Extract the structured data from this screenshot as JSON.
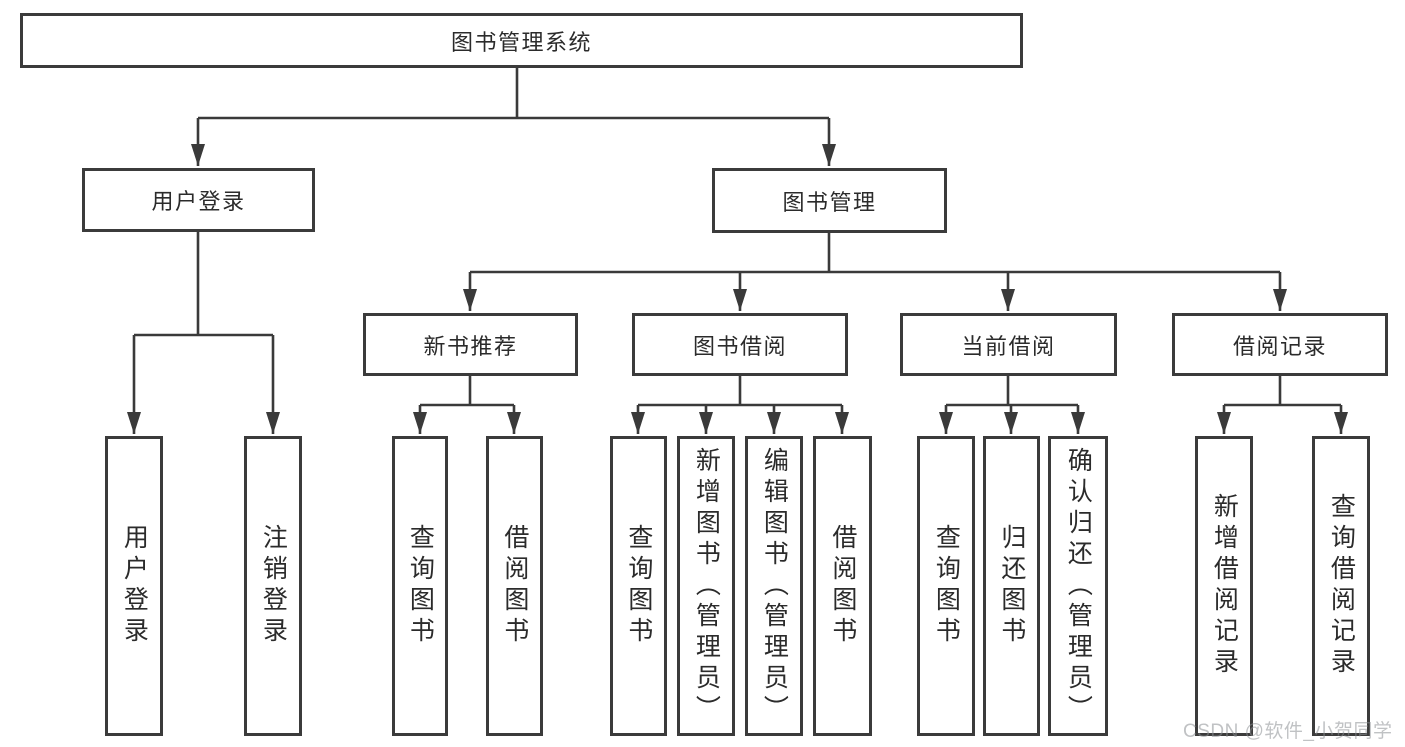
{
  "tree": {
    "root": {
      "label": "图书管理系统"
    },
    "branches": [
      {
        "label": "用户登录",
        "children": [
          {
            "label": "用户登录"
          },
          {
            "label": "注销登录"
          }
        ]
      },
      {
        "label": "图书管理",
        "children": [
          {
            "label": "新书推荐",
            "children": [
              {
                "label": "查询图书"
              },
              {
                "label": "借阅图书"
              }
            ]
          },
          {
            "label": "图书借阅",
            "children": [
              {
                "label": "查询图书"
              },
              {
                "label": "新增图书（管理员）"
              },
              {
                "label": "编辑图书（管理员）"
              },
              {
                "label": "借阅图书"
              }
            ]
          },
          {
            "label": "当前借阅",
            "children": [
              {
                "label": "查询图书"
              },
              {
                "label": "归还图书"
              },
              {
                "label": "确认归还（管理员）"
              }
            ]
          },
          {
            "label": "借阅记录",
            "children": [
              {
                "label": "新增借阅记录"
              },
              {
                "label": "查询借阅记录"
              }
            ]
          }
        ]
      }
    ]
  },
  "watermark": {
    "text": "CSDN @软件_小贺同学"
  },
  "colors": {
    "line": "#3a3a3a",
    "border": "#3b3b3b",
    "text": "#2b2b2b",
    "watermark": "#c6c8ca",
    "background": "#ffffff"
  }
}
